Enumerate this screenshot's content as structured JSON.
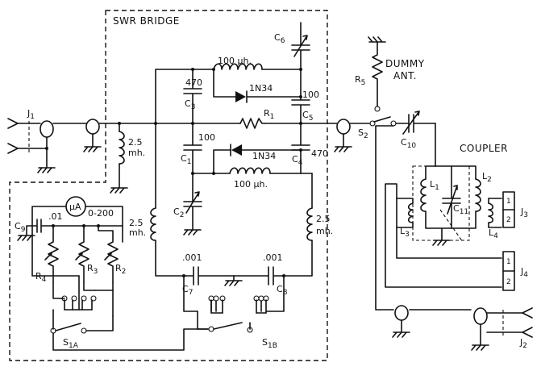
{
  "sections": {
    "swr_bridge": "SWR BRIDGE",
    "coupler": "COUPLER",
    "dummy_line1": "DUMMY",
    "dummy_line2": "ANT."
  },
  "labels": {
    "J1": "J",
    "J1s": "1",
    "J2": "J",
    "J2s": "2",
    "J3": "J",
    "J3s": "3",
    "J4": "J",
    "J4s": "4",
    "R1": "R",
    "R1s": "1",
    "R2": "R",
    "R2s": "2",
    "R3": "R",
    "R3s": "3",
    "R4": "R",
    "R4s": "4",
    "R5": "R",
    "R5s": "5",
    "C1": "C",
    "C1s": "1",
    "C2": "C",
    "C2s": "2",
    "C3": "C",
    "C3s": "3",
    "C4": "C",
    "C4s": "4",
    "C5": "C",
    "C5s": "5",
    "C6": "C",
    "C6s": "6",
    "C7": "C",
    "C7s": "7",
    "C8": "C",
    "C8s": "8",
    "C9": "C",
    "C9s": "9",
    "C10": "C",
    "C10s": "10",
    "C11": "C",
    "C11s": "11",
    "L1": "L",
    "L1s": "1",
    "L2": "L",
    "L2s": "2",
    "L3": "L",
    "L3s": "3",
    "L4": "L",
    "L4s": "4",
    "S1A": "S",
    "S1As": "1A",
    "S1B": "S",
    "S1Bs": "1B",
    "S2": "S",
    "S2s": "2",
    "meter": "μA",
    "meter_range": "0-200",
    "pin1": "1",
    "pin2": "2",
    "diode_top": "1N34",
    "diode_bot": "1N34",
    "val_470_top": "470",
    "val_470_right": "470",
    "val_100_c5": "100",
    "val_100_c1": "100",
    "val_100uh_top": "100 μh.",
    "val_100uh_bot": "100 μh.",
    "val_25mh_a": "2.5",
    "val_25mh_a2": "mh.",
    "val_25mh_b": "2.5",
    "val_25mh_b2": "mh.",
    "val_25mh_c": "2.5",
    "val_25mh_c2": "mh.",
    "val_001_c9": ".01",
    "val_001_c7": ".001",
    "val_001_c8": ".001"
  }
}
